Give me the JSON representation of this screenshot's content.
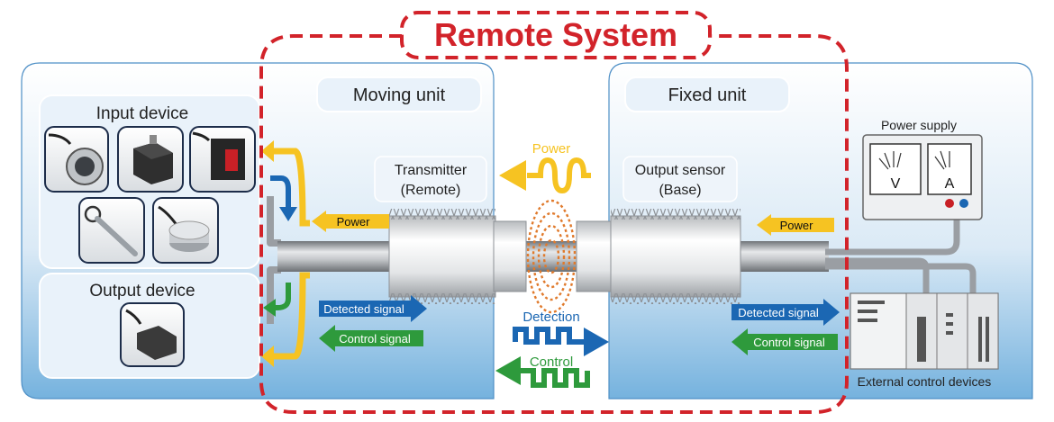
{
  "title": "Remote System",
  "moving_unit": {
    "label": "Moving unit",
    "input_device_label": "Input device",
    "output_device_label": "Output device",
    "transmitter_line1": "Transmitter",
    "transmitter_line2": "(Remote)",
    "power_label": "Power",
    "detected_signal_label": "Detected signal",
    "control_signal_label": "Control signal"
  },
  "fixed_unit": {
    "label": "Fixed unit",
    "sensor_line1": "Output sensor",
    "sensor_line2": "(Base)",
    "power_label": "Power",
    "detected_signal_label": "Detected signal",
    "control_signal_label": "Control signal",
    "power_supply_label": "Power supply",
    "voltmeter_label": "V",
    "ammeter_label": "A",
    "external_devices_label": "External control devices"
  },
  "center": {
    "power_label": "Power",
    "detection_label": "Detection",
    "control_label": "Control"
  },
  "colors": {
    "frame_dash": "#d2232a",
    "power_yellow": "#f6c322",
    "detect_blue": "#1b67b3",
    "control_green": "#2e9a3c",
    "coil_orange": "#e07a2c"
  }
}
